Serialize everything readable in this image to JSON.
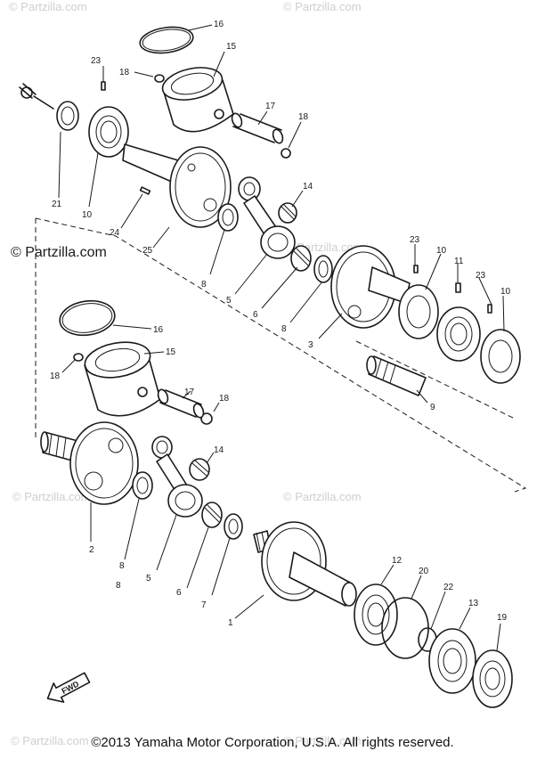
{
  "watermarks": {
    "main": "© Partzilla.com",
    "faint": "© Partzilla.com"
  },
  "callouts": [
    "1",
    "2",
    "3",
    "5",
    "5",
    "6",
    "6",
    "7",
    "8",
    "8",
    "8",
    "8",
    "9",
    "10",
    "10",
    "10",
    "11",
    "12",
    "13",
    "14",
    "14",
    "15",
    "15",
    "16",
    "16",
    "17",
    "17",
    "18",
    "18",
    "18",
    "18",
    "19",
    "20",
    "21",
    "22",
    "23",
    "23",
    "23",
    "24",
    "25"
  ],
  "direction_label": "FWD",
  "copyright": "©2013 Yamaha Motor Corporation, U.S.A. All rights reserved."
}
